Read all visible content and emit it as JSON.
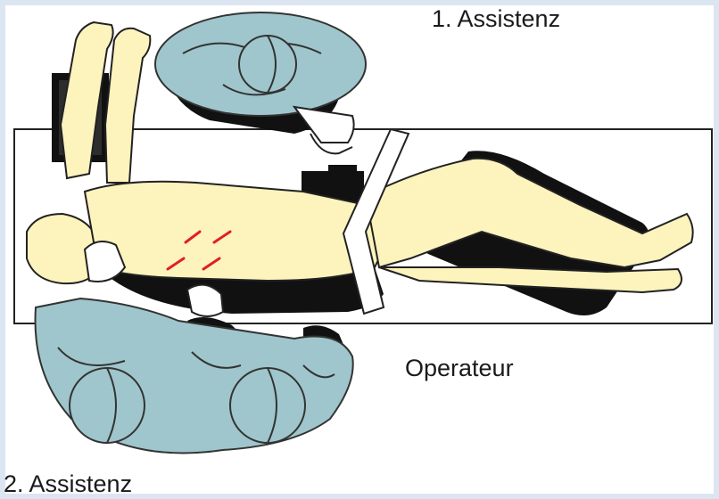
{
  "labels": {
    "assistant_1": "1. Assistenz",
    "operator": "Operateur",
    "assistant_2": "2. Assistenz"
  },
  "colors": {
    "skin": "#fdf3bd",
    "gown": "#9fc6cc",
    "shadow": "#111111",
    "incision": "#e02020",
    "table_outline": "#222222",
    "belt": "#ffffff"
  }
}
